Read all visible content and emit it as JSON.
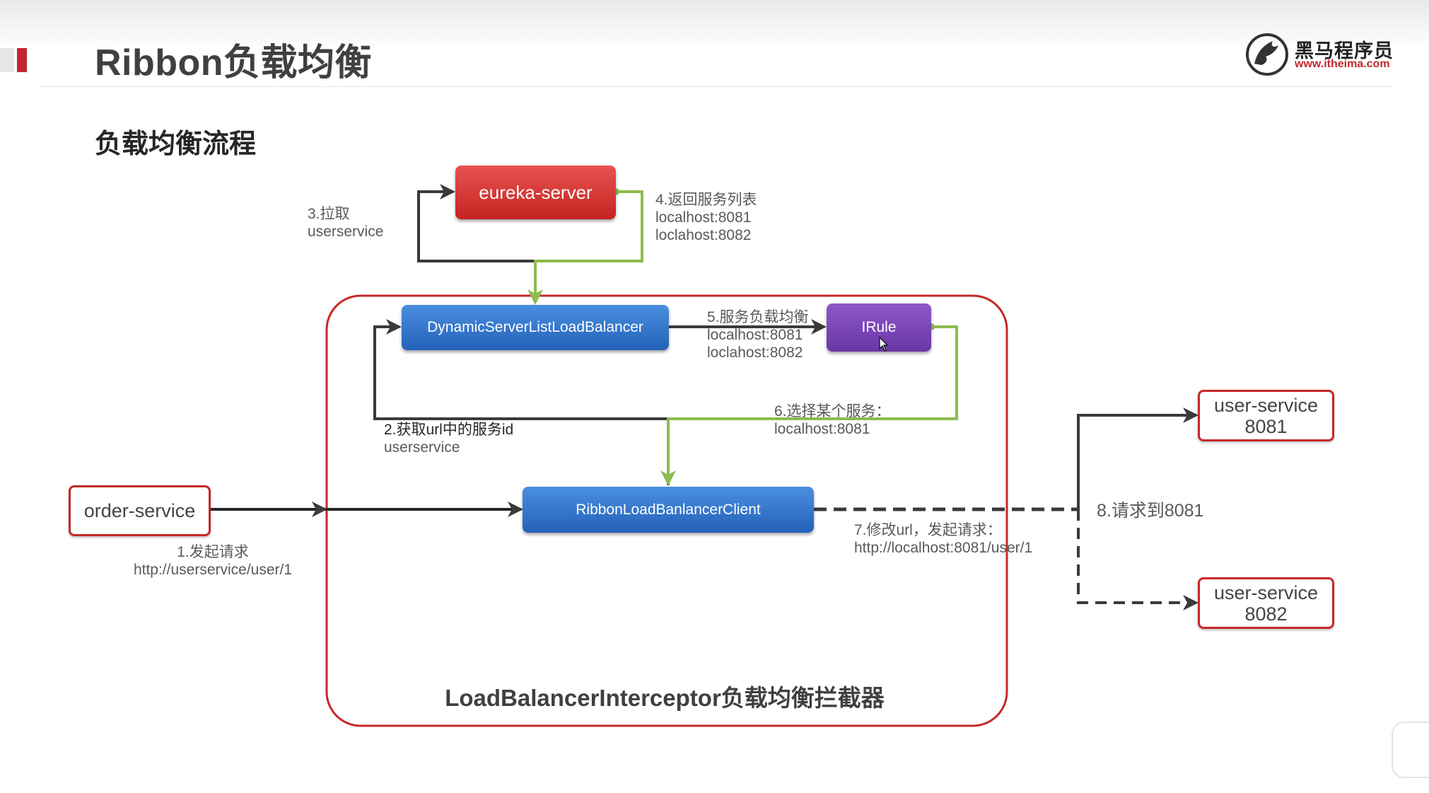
{
  "slide": {
    "title": "Ribbon负载均衡",
    "subtitle": "负载均衡流程",
    "logo": {
      "name": "黑马程序员",
      "url": "www.itheima.com",
      "icon": "horse-logo-icon"
    }
  },
  "nodes": {
    "eureka_server": "eureka-server",
    "dynamic_lb": "DynamicServerListLoadBalancer",
    "irule": "IRule",
    "ribbon_client": "RibbonLoadBanlancerClient",
    "order_service": "order-service",
    "user_service_8081": [
      "user-service",
      "8081"
    ],
    "user_service_8082": [
      "user-service",
      "8082"
    ]
  },
  "container_title": "LoadBalancerInterceptor负载均衡拦截器",
  "labels": {
    "step1": [
      "1.发起请求",
      "http://userservice/user/1"
    ],
    "step2": [
      "2.获取url中的服务id",
      "userservice"
    ],
    "step3": [
      "3.拉取",
      "userservice"
    ],
    "step4": [
      "4.返回服务列表",
      "localhost:8081",
      "loclahost:8082"
    ],
    "step5": [
      "5.服务负载均衡",
      "localhost:8081",
      "loclahost:8082"
    ],
    "step6": [
      "6.选择某个服务：",
      "localhost:8081"
    ],
    "step7": [
      "7.修改url，发起请求：",
      "http://localhost:8081/user/1"
    ],
    "step8": "8.请求到8081"
  },
  "colors": {
    "accent_red": "#c1272d",
    "arrow_dark": "#3a3a3a",
    "arrow_green": "#8dbb4f",
    "container_border": "#c62828",
    "node_blue": "#2e6fc9",
    "node_purple": "#7b44b6",
    "node_red": "#d83532"
  }
}
